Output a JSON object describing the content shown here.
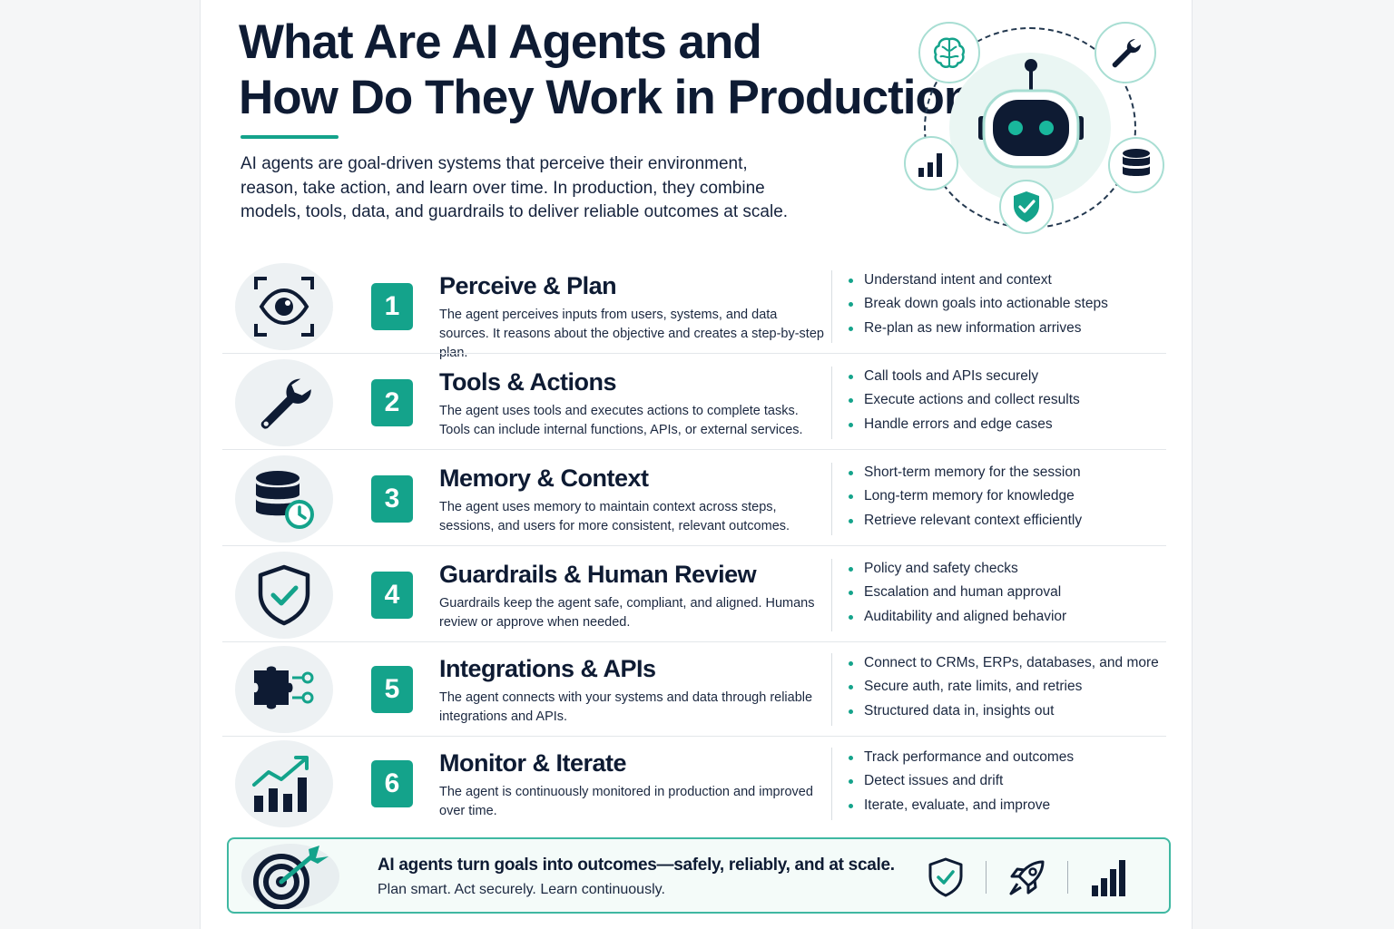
{
  "header": {
    "title_line1": "What Are AI Agents and",
    "title_line2": "How Do They Work in Production",
    "intro": "AI agents are goal-driven systems that perceive their environment, reason, take action, and learn over time. In production, they combine models, tools, data, and guardrails to deliver reliable outcomes at scale."
  },
  "hero": {
    "center_icon": "robot-icon",
    "orbit_icons": [
      "brain-icon",
      "wrench-icon",
      "bar-chart-icon",
      "database-icon",
      "shield-check-icon"
    ]
  },
  "steps": [
    {
      "number": "1",
      "title": "Perceive & Plan",
      "icon": "eye-scan-icon",
      "description": "The agent perceives inputs from users, systems, and data sources. It reasons about the objective and creates a step-by-step plan.",
      "bullets": [
        "Understand intent and context",
        "Break down goals into actionable steps",
        "Re-plan as new information arrives"
      ]
    },
    {
      "number": "2",
      "title": "Tools & Actions",
      "icon": "wrench-icon",
      "description": "The agent uses tools and executes actions to complete tasks. Tools can include internal functions, APIs, or external services.",
      "bullets": [
        "Call tools and APIs securely",
        "Execute actions and collect results",
        "Handle errors and edge cases"
      ]
    },
    {
      "number": "3",
      "title": "Memory & Context",
      "icon": "database-clock-icon",
      "description": "The agent uses memory to maintain context across steps, sessions, and users for more consistent, relevant outcomes.",
      "bullets": [
        "Short-term memory for the session",
        "Long-term memory for knowledge",
        "Retrieve relevant context efficiently"
      ]
    },
    {
      "number": "4",
      "title": "Guardrails & Human Review",
      "icon": "shield-check-icon",
      "description": "Guardrails keep the agent safe, compliant, and aligned. Humans review or approve when needed.",
      "bullets": [
        "Policy and safety checks",
        "Escalation and human approval",
        "Auditability and aligned behavior"
      ]
    },
    {
      "number": "5",
      "title": "Integrations & APIs",
      "icon": "puzzle-connector-icon",
      "description": "The agent connects with your systems and data through reliable integrations and APIs.",
      "bullets": [
        "Connect to CRMs, ERPs, databases, and more",
        "Secure auth, rate limits, and retries",
        "Structured data in, insights out"
      ]
    },
    {
      "number": "6",
      "title": "Monitor & Iterate",
      "icon": "chart-trend-icon",
      "description": "The agent is continuously monitored in production and improved over time.",
      "bullets": [
        "Track performance and outcomes",
        "Detect issues and drift",
        "Iterate, evaluate, and improve"
      ]
    }
  ],
  "footer": {
    "headline": "AI agents turn goals into outcomes—safely, reliably, and at scale.",
    "subline": "Plan smart. Act securely. Learn continuously.",
    "icons": [
      "target-arrow-icon",
      "shield-check-icon",
      "rocket-icon",
      "bar-chart-icon"
    ]
  },
  "colors": {
    "accent": "#14a38b",
    "navy": "#0e1b33",
    "icon_bg": "#edf1f3"
  }
}
